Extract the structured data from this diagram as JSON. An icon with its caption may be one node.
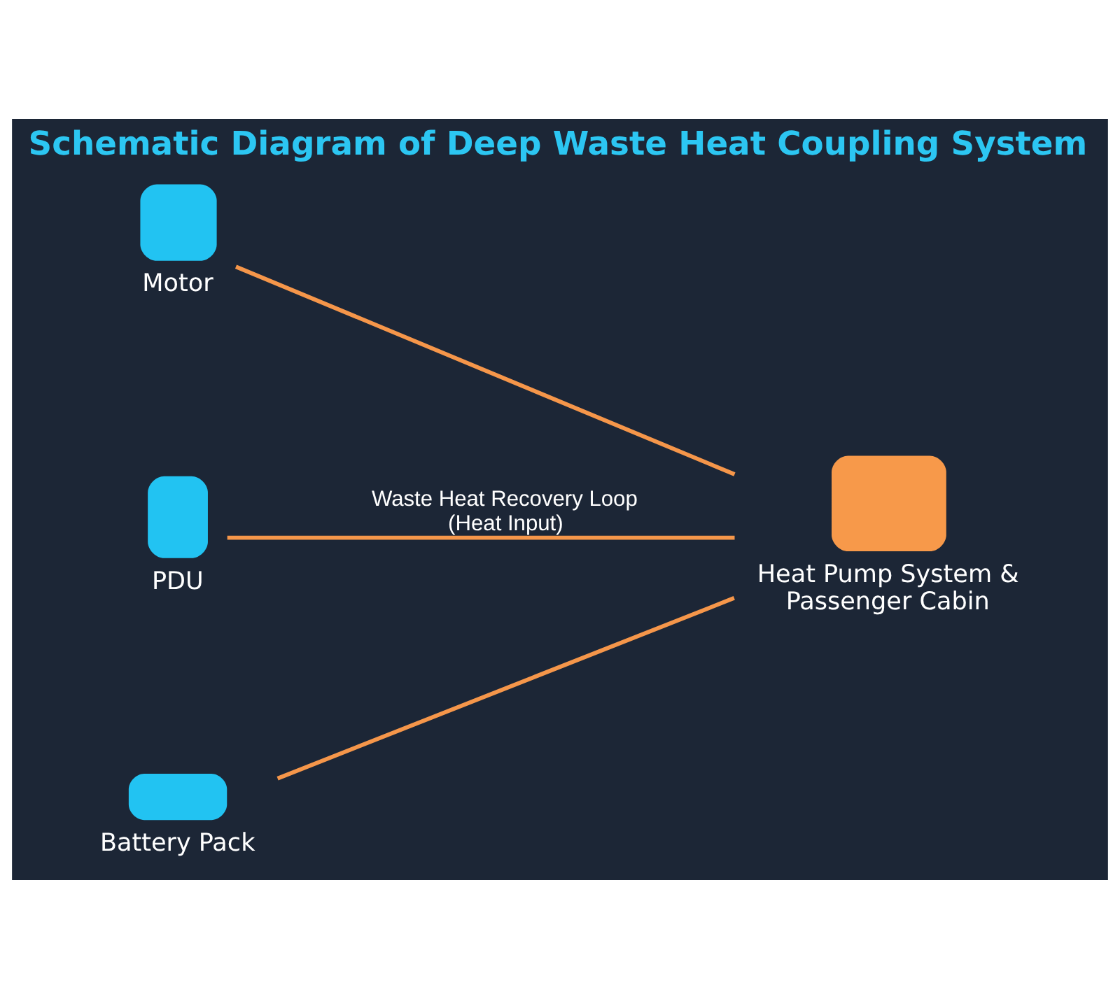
{
  "diagram": {
    "title": "Schematic Diagram of Deep Waste Heat Coupling System",
    "nodes": [
      {
        "text": [
          "Motor"
        ]
      },
      {
        "text": [
          "PDU"
        ]
      },
      {
        "text": [
          "Battery Pack"
        ]
      },
      {
        "text": [
          "Heat Pump System & Passenger Cabin"
        ]
      }
    ],
    "edges": [
      {
        "from": 0,
        "to": 3,
        "arrow": "none"
      },
      {
        "from": 1,
        "to": 3,
        "arrow": "none",
        "label": "Waste Heat Recovery Loop (Heat Input)"
      },
      {
        "from": 2,
        "to": 3,
        "arrow": "none"
      }
    ]
  }
}
